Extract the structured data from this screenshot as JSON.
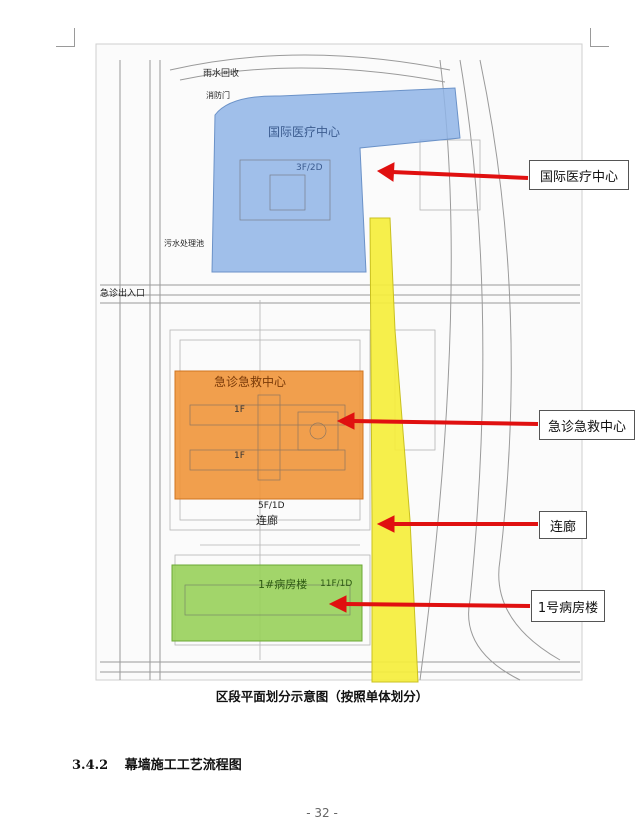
{
  "figure": {
    "labels": {
      "zone_a": "国际医疗中心",
      "zone_b": "急诊急救中心",
      "zone_c": "1#病房楼",
      "floor_a": "3F/2D",
      "floor_b1": "1F",
      "floor_b2": "1F",
      "floor_c": "11F/1D",
      "floor_link": "5F/1D",
      "link_name": "连廊",
      "entrance": "急诊出入口",
      "rain": "雨水回收",
      "sewage": "污水处理池",
      "fire": "消防门"
    },
    "callouts": {
      "intl": "国际医疗中心",
      "emergency": "急诊急救中心",
      "corridor": "连廊",
      "ward": "1号病房楼"
    },
    "colors": {
      "blue": "#8fb4e6",
      "orange": "#f0953a",
      "green": "#98d05a",
      "yellow": "#f5ee3c",
      "arrow": "#e01010"
    }
  },
  "caption": "区段平面划分示意图（按照单体划分）",
  "section": {
    "number": "3.4.2",
    "title": "幕墙施工工艺流程图"
  },
  "page_number": "- 32 -"
}
